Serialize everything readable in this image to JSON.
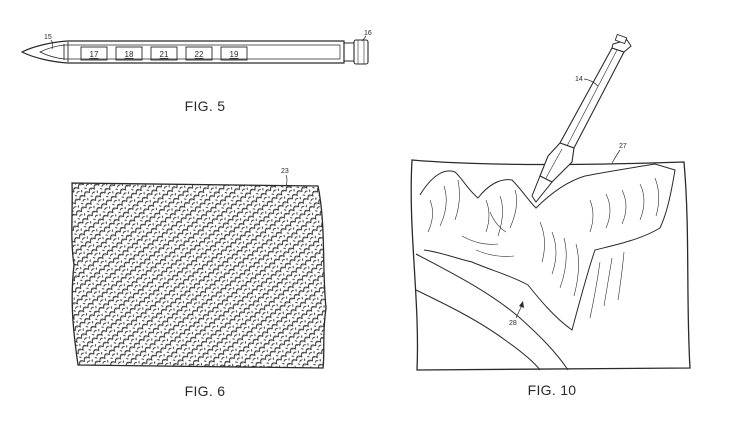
{
  "figures": {
    "fig5": {
      "caption": "FIG. 5",
      "refs": {
        "tip": "15",
        "cap": "16"
      },
      "components": [
        "17",
        "18",
        "21",
        "22",
        "19"
      ]
    },
    "fig6": {
      "caption": "FIG. 6",
      "refs": {
        "mesh": "23"
      }
    },
    "fig10": {
      "caption": "FIG. 10",
      "refs": {
        "device": "14",
        "surface": "27",
        "groove": "28"
      }
    }
  },
  "colors": {
    "ink": "#2a2a2a",
    "paper": "#ffffff"
  }
}
